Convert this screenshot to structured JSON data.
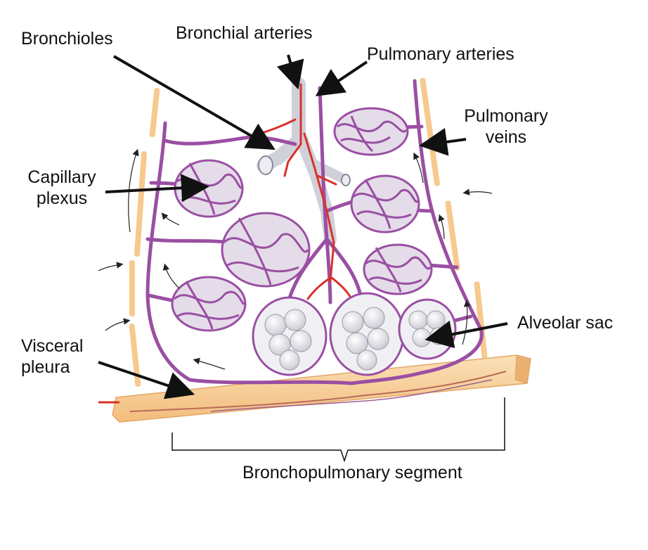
{
  "labels": {
    "bronchioles": "Bronchioles",
    "bronchial_arteries": "Bronchial arteries",
    "pulmonary_arteries": "Pulmonary arteries",
    "pulmonary_veins_line1": "Pulmonary",
    "pulmonary_veins_line2": "veins",
    "capillary_plexus_line1": "Capillary",
    "capillary_plexus_line2": "plexus",
    "alveolar_sac": "Alveolar sac",
    "visceral_pleura_line1": "Visceral",
    "visceral_pleura_line2": "pleura",
    "bronchopulmonary_segment": "Bronchopulmonary segment"
  },
  "colors": {
    "vein": "#9a4fa3",
    "vein_light": "#c48ccc",
    "artery": "#d8322a",
    "pleura": "#f6c98e",
    "pleura_edge": "#e2a766",
    "alveolus": "#e9e9ee",
    "alveolus_edge": "#9a9aa8",
    "bronchus": "#dcdde6"
  }
}
